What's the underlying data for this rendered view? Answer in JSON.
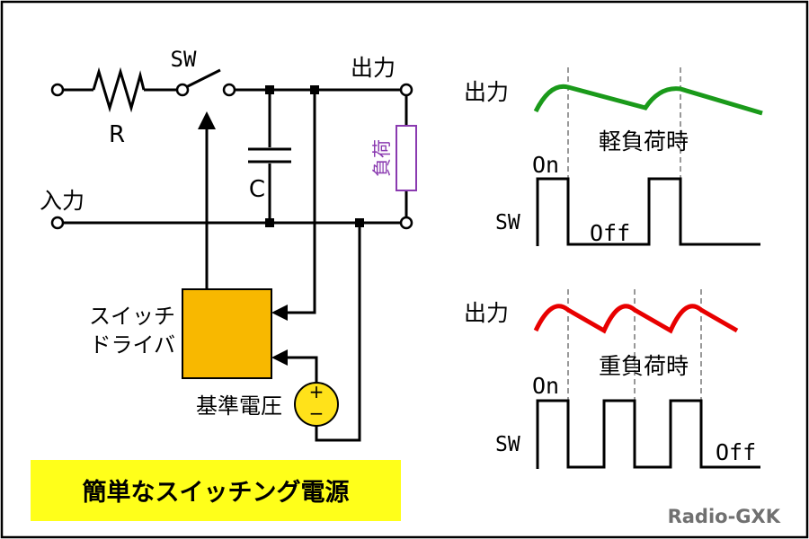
{
  "circuit": {
    "resistor_label": "R",
    "switch_label": "SW",
    "capacitor_label": "C",
    "input_label": "入力",
    "output_label": "出力",
    "load_label": "負荷",
    "load_color": "#8a3ab0",
    "driver_label_line1": "スイッチ",
    "driver_label_line2": "ドライバ",
    "driver_color": "#f8b800",
    "reference_label": "基準電圧",
    "reference_color": "#ffe21a",
    "plus_sign": "+",
    "minus_sign": "−"
  },
  "light_load": {
    "output_label": "出力",
    "condition_label": "軽負荷時",
    "on_label": "On",
    "off_label": "Off",
    "sw_label": "SW",
    "wave_color": "#1a9a1a"
  },
  "heavy_load": {
    "output_label": "出力",
    "condition_label": "重負荷時",
    "on_label": "On",
    "off_label": "Off",
    "sw_label": "SW",
    "wave_color": "#e80000"
  },
  "title_banner": {
    "text": "簡単なスイッチング電源",
    "color": "#ffff1a"
  },
  "credit": {
    "text": "Radio-GXK",
    "color": "#707070"
  }
}
